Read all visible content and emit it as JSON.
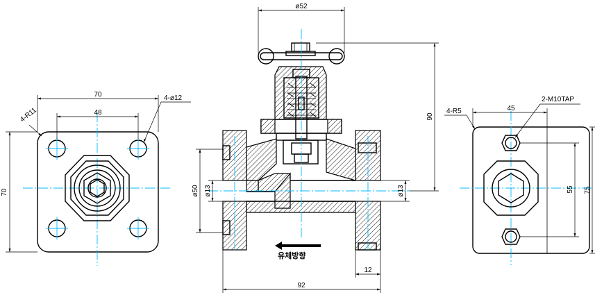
{
  "colors": {
    "line": "#000000",
    "centerline": "#00b8ff",
    "background": "#ffffff"
  },
  "left_view": {
    "dim_width": "70",
    "dim_bolt_pitch": "48",
    "dim_height": "70",
    "label_corner_radius": "4-R11",
    "label_holes": "4-ø12"
  },
  "front_view": {
    "dim_handwheel": "ø52",
    "dim_height": "90",
    "dim_flange_dia": "ø50",
    "dim_bore_left": "ø13",
    "dim_bore_right": "ø13",
    "dim_flange_thk": "12",
    "dim_length": "92",
    "flow_label": "유체방향"
  },
  "right_view": {
    "label_corner_radius": "4-R5",
    "label_tap": "2-M10TAP",
    "dim_width": "45",
    "dim_pitch": "55",
    "dim_height": "75"
  }
}
